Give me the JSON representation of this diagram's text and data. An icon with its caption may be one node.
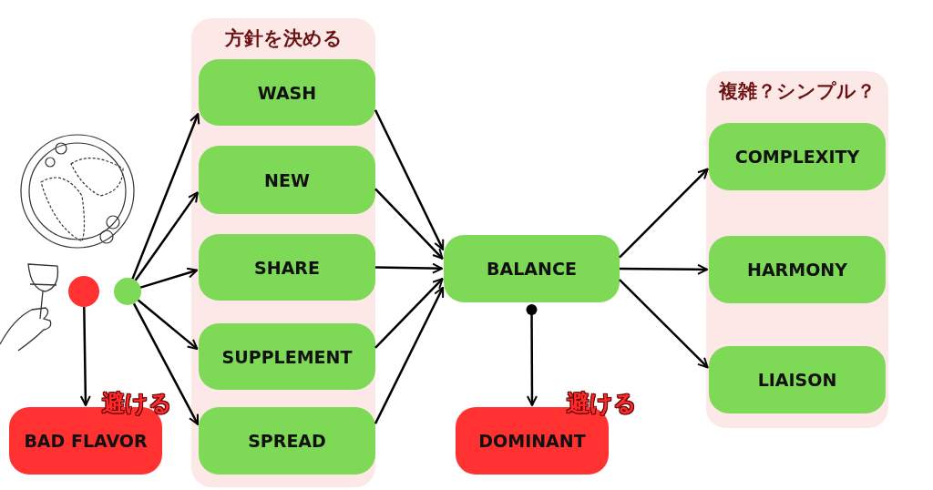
{
  "diagram": {
    "nodes": [
      {
        "text": [],
        "shape": "circle"
      },
      {
        "text": [],
        "shape": "circle"
      },
      {
        "text": [
          "方針を決める"
        ]
      },
      {
        "text": [
          "WASH"
        ],
        "in": 2
      },
      {
        "text": [
          "NEW"
        ],
        "in": 2
      },
      {
        "text": [
          "SHARE"
        ],
        "in": 2
      },
      {
        "text": [
          "SUPPLEMENT"
        ],
        "in": 2
      },
      {
        "text": [
          "SPREAD"
        ],
        "in": 2
      },
      {
        "text": [
          "BALANCE"
        ]
      },
      {
        "text": [
          "複雑？シンプル？"
        ]
      },
      {
        "text": [
          "COMPLEXITY"
        ],
        "in": 9
      },
      {
        "text": [
          "HARMONY"
        ],
        "in": 9
      },
      {
        "text": [
          "LIAISON"
        ],
        "in": 9
      },
      {
        "text": [
          "BAD FLAVOR"
        ],
        "beside": [
          "避ける"
        ]
      },
      {
        "text": [
          "DOMINANT"
        ],
        "beside": [
          "避ける"
        ]
      }
    ],
    "edges": [
      {
        "from": 1,
        "to": 3,
        "arrow": "to"
      },
      {
        "from": 1,
        "to": 4,
        "arrow": "to"
      },
      {
        "from": 1,
        "to": 5,
        "arrow": "to"
      },
      {
        "from": 1,
        "to": 6,
        "arrow": "to"
      },
      {
        "from": 1,
        "to": 7,
        "arrow": "to"
      },
      {
        "from": 3,
        "to": 8,
        "arrow": "to"
      },
      {
        "from": 4,
        "to": 8,
        "arrow": "to"
      },
      {
        "from": 5,
        "to": 8,
        "arrow": "to"
      },
      {
        "from": 6,
        "to": 8,
        "arrow": "to"
      },
      {
        "from": 7,
        "to": 8,
        "arrow": "to"
      },
      {
        "from": 8,
        "to": 10,
        "arrow": "to"
      },
      {
        "from": 8,
        "to": 11,
        "arrow": "to"
      },
      {
        "from": 8,
        "to": 12,
        "arrow": "to"
      },
      {
        "from": 0,
        "to": 13,
        "arrow": "to"
      },
      {
        "from": 8,
        "to": 14,
        "arrow": "to"
      }
    ]
  }
}
